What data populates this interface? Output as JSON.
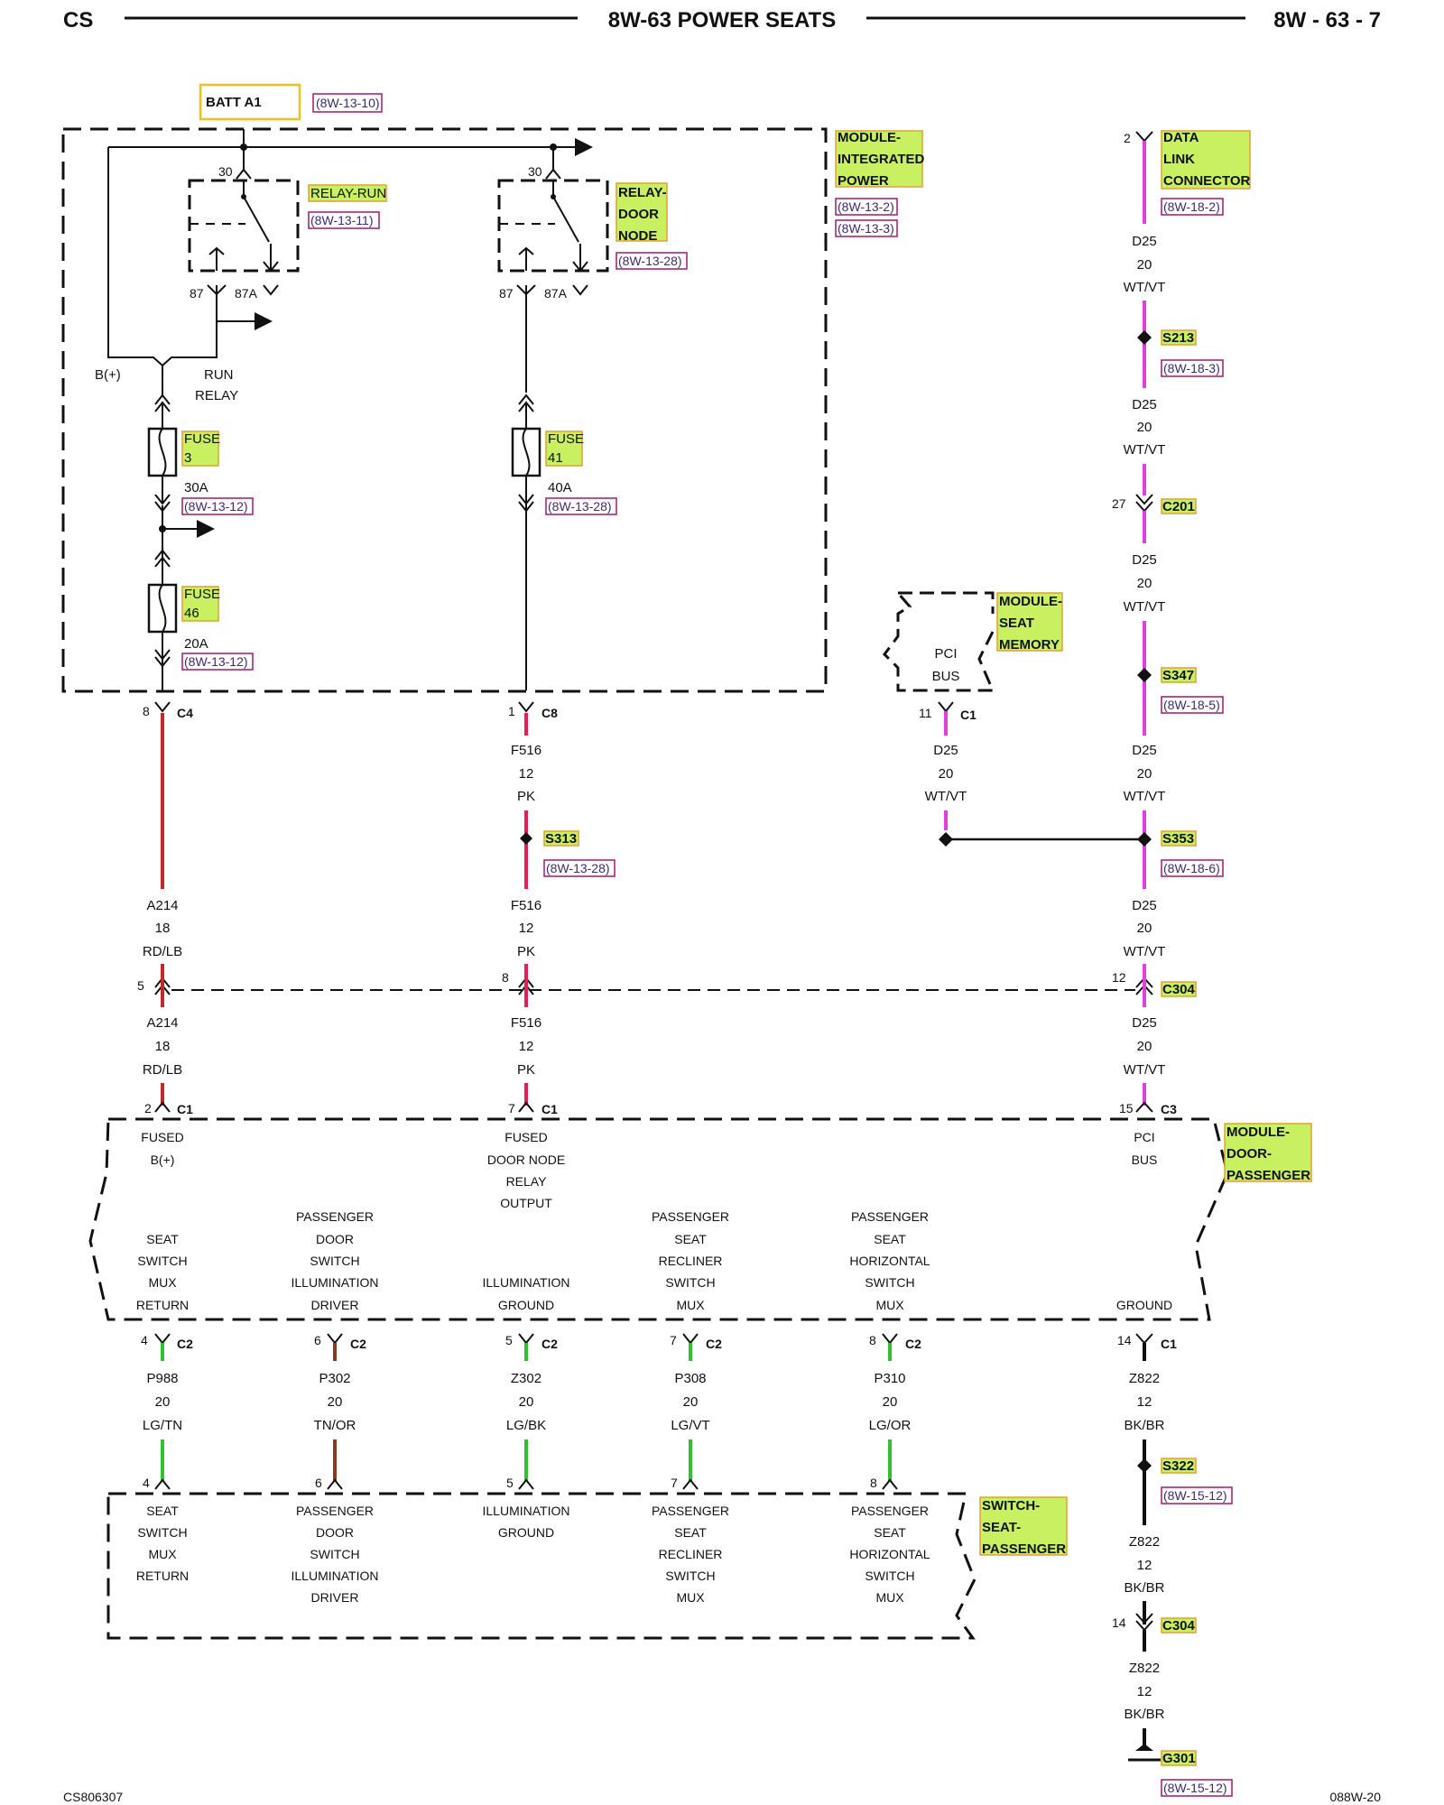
{
  "header": {
    "left": "CS",
    "title": "8W-63 POWER SEATS",
    "page": "8W - 63 - 7"
  },
  "footer": {
    "left": "CS806307",
    "right": "088W-20"
  },
  "colors": {
    "pk": "#e0205a",
    "wtvt": "#e040e0",
    "rdlb": "#c0282a",
    "lg": "#30c030",
    "tn": "#8b3a1a",
    "bkbr": "#111111",
    "highlight": "#c8f060",
    "ref_border": "#a01870"
  },
  "top": {
    "batt": "BATT A1",
    "batt_ref": "(8W-13-10)",
    "pim": {
      "lines": [
        "MODULE-",
        "INTEGRATED",
        "POWER"
      ],
      "refs": [
        "(8W-13-2)",
        "(8W-13-3)"
      ]
    },
    "relay_run": {
      "name": "RELAY-RUN",
      "ref": "(8W-13-11)",
      "pin30": "30",
      "pin87": "87",
      "pin87a": "87A"
    },
    "relay_door": {
      "lines": [
        "RELAY-",
        "DOOR",
        "NODE"
      ],
      "ref": "(8W-13-28)",
      "pin30": "30",
      "pin87": "87",
      "pin87a": "87A"
    },
    "bplus": "B(+)",
    "run_relay": [
      "RUN",
      "RELAY"
    ],
    "fuse3": {
      "lines": [
        "FUSE",
        "3"
      ],
      "amp": "30A",
      "ref": "(8W-13-12)"
    },
    "fuse46": {
      "lines": [
        "FUSE",
        "46"
      ],
      "amp": "20A",
      "ref": "(8W-13-12)"
    },
    "fuse41": {
      "lines": [
        "FUSE",
        "41"
      ],
      "amp": "40A",
      "ref": "(8W-13-28)"
    }
  },
  "dlc": {
    "pin": "2",
    "lines": [
      "DATA",
      "LINK",
      "CONNECTOR"
    ],
    "ref": "(8W-18-2)"
  },
  "seat_memory": {
    "lines": [
      "MODULE-",
      "SEAT",
      "MEMORY"
    ],
    "text": [
      "PCI",
      "BUS"
    ],
    "pin": "11",
    "conn": "C1"
  },
  "wires": {
    "a214": [
      "A214",
      "18",
      "RD/LB"
    ],
    "f516": [
      "F516",
      "12",
      "PK"
    ],
    "d25": [
      "D25",
      "20",
      "WT/VT"
    ],
    "p988": [
      "P988",
      "20",
      "LG/TN"
    ],
    "p302": [
      "P302",
      "20",
      "TN/OR"
    ],
    "z302": [
      "Z302",
      "20",
      "LG/BK"
    ],
    "p308": [
      "P308",
      "20",
      "LG/VT"
    ],
    "p310": [
      "P310",
      "20",
      "LG/OR"
    ],
    "z822": [
      "Z822",
      "12",
      "BK/BR"
    ]
  },
  "splices": {
    "s213": "S213",
    "s213_ref": "(8W-18-3)",
    "c201": "C201",
    "c201_pin": "27",
    "s347": "S347",
    "s347_ref": "(8W-18-5)",
    "s313": "S313",
    "s313_ref": "(8W-13-28)",
    "s353": "S353",
    "s353_ref": "(8W-18-6)",
    "s322": "S322",
    "s322_ref": "(8W-15-12)",
    "g301": "G301",
    "g301_ref": "(8W-15-12)"
  },
  "connectors": {
    "c4": {
      "pin": "8",
      "name": "C4"
    },
    "c8": {
      "pin": "1",
      "name": "C8"
    },
    "c304a": {
      "pin_a214": "5",
      "pin_f516": "8",
      "pin_d25": "12",
      "name": "C304"
    },
    "c304b": {
      "pin": "14",
      "name": "C304"
    },
    "mod_a214": {
      "pin": "2",
      "name": "C1"
    },
    "mod_f516": {
      "pin": "7",
      "name": "C1"
    },
    "mod_d25": {
      "pin": "15",
      "name": "C3"
    },
    "mod_p988": {
      "pin": "4",
      "name": "C2"
    },
    "mod_p302": {
      "pin": "6",
      "name": "C2"
    },
    "mod_z302": {
      "pin": "5",
      "name": "C2"
    },
    "mod_p308": {
      "pin": "7",
      "name": "C2"
    },
    "mod_p310": {
      "pin": "8",
      "name": "C2"
    },
    "mod_z822": {
      "pin": "14",
      "name": "C1"
    },
    "sw_p988": "4",
    "sw_p302": "6",
    "sw_z302": "5",
    "sw_p308": "7",
    "sw_p310": "8"
  },
  "door_module": {
    "title": [
      "MODULE-",
      "DOOR-",
      "PASSENGER"
    ],
    "fused_bplus": [
      "FUSED",
      "B(+)"
    ],
    "fused_relay": [
      "FUSED",
      "DOOR NODE",
      "RELAY",
      "OUTPUT"
    ],
    "pci": [
      "PCI",
      "BUS"
    ],
    "seat_mux": [
      "SEAT",
      "SWITCH",
      "MUX",
      "RETURN"
    ],
    "illum_driver": [
      "PASSENGER",
      "DOOR",
      "SWITCH",
      "ILLUMINATION",
      "DRIVER"
    ],
    "illum_ground": [
      "ILLUMINATION",
      "GROUND"
    ],
    "recliner": [
      "PASSENGER",
      "SEAT",
      "RECLINER",
      "SWITCH",
      "MUX"
    ],
    "horizontal": [
      "PASSENGER",
      "SEAT",
      "HORIZONTAL",
      "SWITCH",
      "MUX"
    ],
    "ground": "GROUND"
  },
  "seat_switch": {
    "title": [
      "SWITCH-",
      "SEAT-",
      "PASSENGER"
    ],
    "seat_mux": [
      "SEAT",
      "SWITCH",
      "MUX",
      "RETURN"
    ],
    "illum_driver": [
      "PASSENGER",
      "DOOR",
      "SWITCH",
      "ILLUMINATION",
      "DRIVER"
    ],
    "illum_ground": [
      "ILLUMINATION",
      "GROUND"
    ],
    "recliner": [
      "PASSENGER",
      "SEAT",
      "RECLINER",
      "SWITCH",
      "MUX"
    ],
    "horizontal": [
      "PASSENGER",
      "SEAT",
      "HORIZONTAL",
      "SWITCH",
      "MUX"
    ]
  }
}
